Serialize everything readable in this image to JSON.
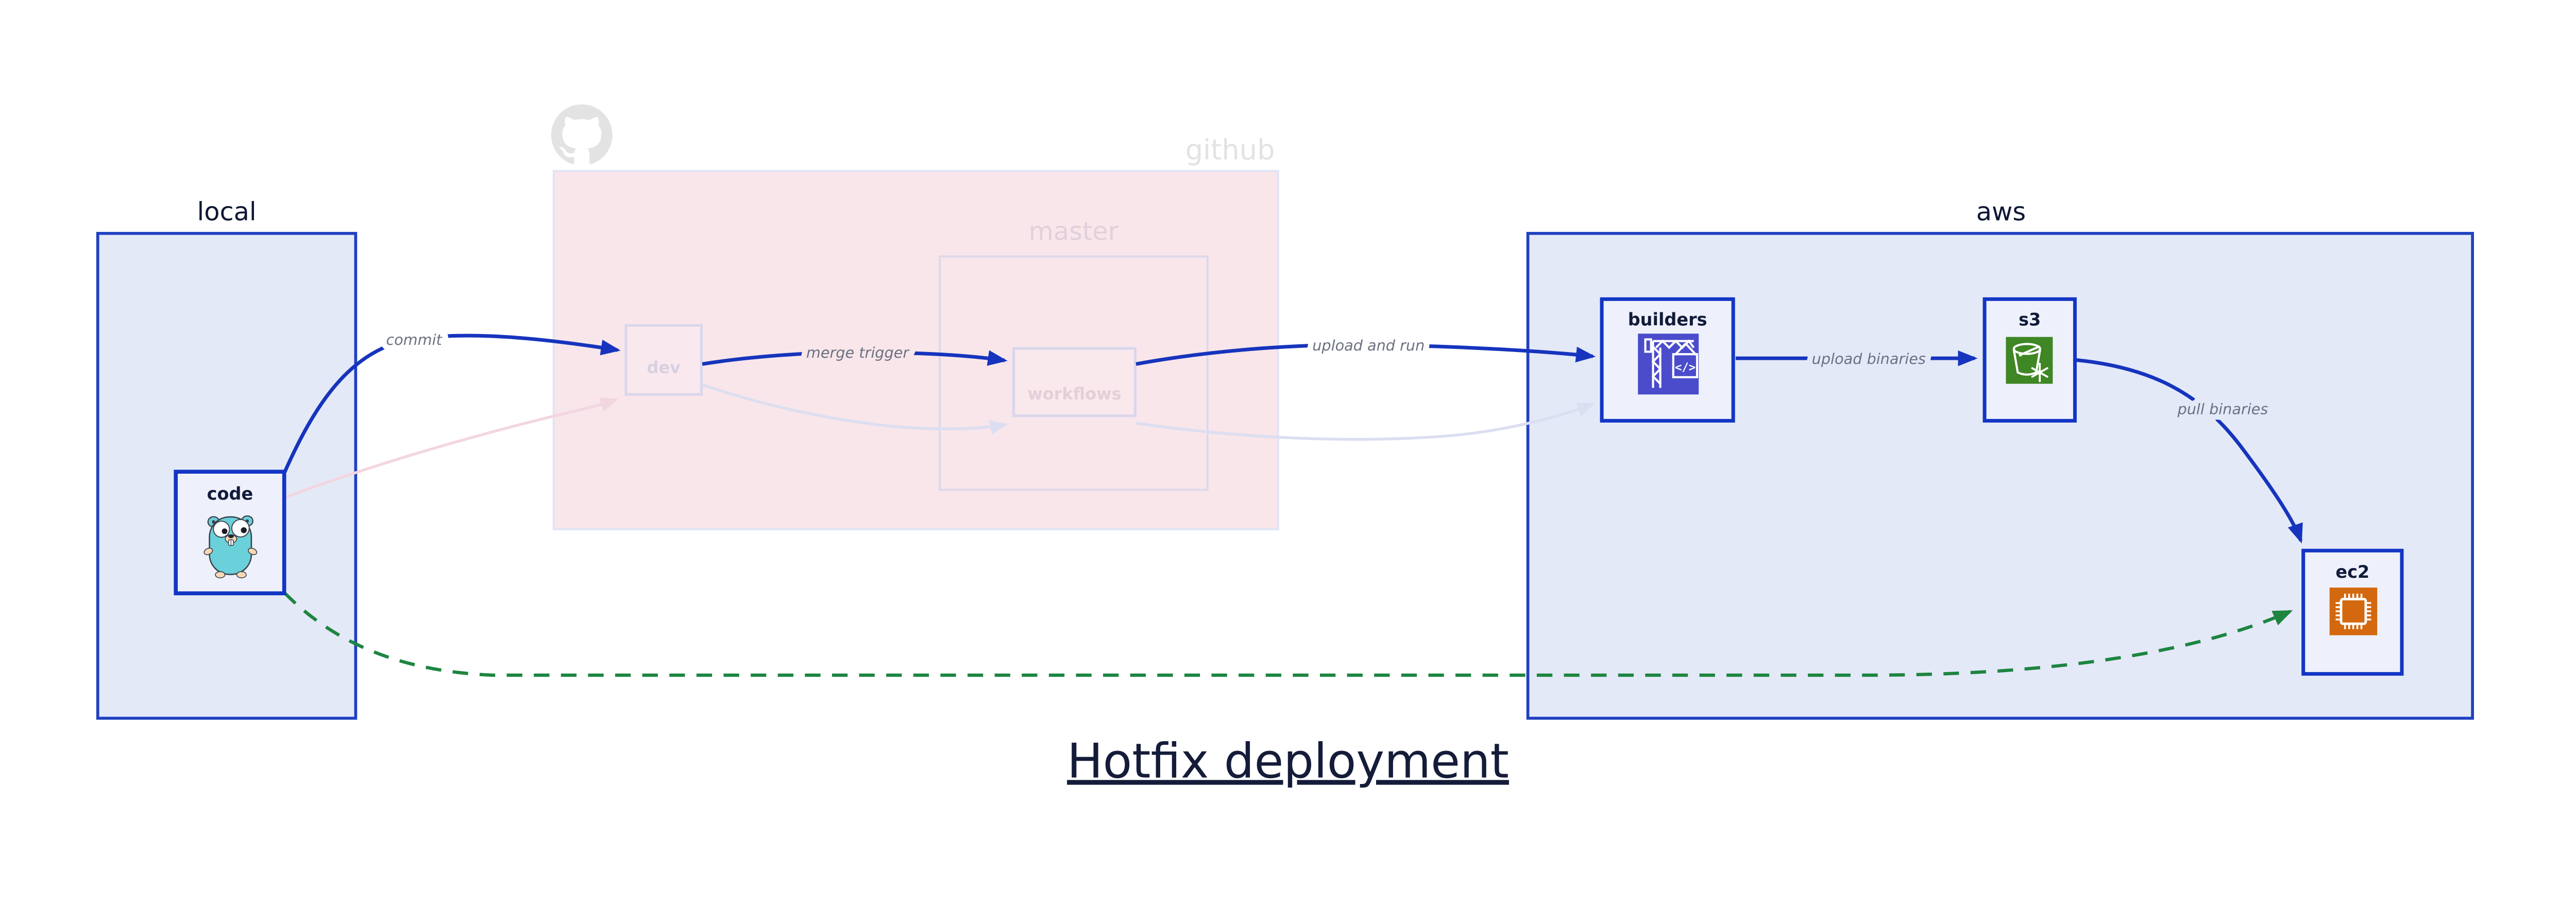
{
  "diagram_title": "Hotfix deployment",
  "groups": {
    "local": {
      "label": "local"
    },
    "github": {
      "label": "github",
      "master": {
        "label": "master"
      }
    },
    "aws": {
      "label": "aws"
    }
  },
  "nodes": {
    "code": {
      "label": "code",
      "icon": "go-gopher-icon"
    },
    "dev": {
      "label": "dev"
    },
    "workflows": {
      "label": "workflows"
    },
    "builders": {
      "label": "builders",
      "icon": "codebuild-crane-icon",
      "icon_bg": "#4a4ccb"
    },
    "s3": {
      "label": "s3",
      "icon": "s3-glacier-bucket-icon",
      "icon_bg": "#3f8624"
    },
    "ec2": {
      "label": "ec2",
      "icon": "ec2-chip-icon",
      "icon_bg": "#d4680e"
    }
  },
  "edges": {
    "commit": {
      "label": "commit",
      "style": "solid",
      "color": "#1634bd"
    },
    "merge_trigger": {
      "label": "merge trigger",
      "style": "solid",
      "color": "#1634bd"
    },
    "upload_and_run": {
      "label": "upload and run",
      "style": "solid",
      "color": "#1634bd"
    },
    "upload_binaries": {
      "label": "upload binaries",
      "style": "solid",
      "color": "#1634bd"
    },
    "pull_binaries": {
      "label": "pull binaries",
      "style": "solid",
      "color": "#1634bd"
    },
    "hotfix_bypass": {
      "label": "",
      "style": "dashed",
      "color": "#1d8540"
    },
    "code_to_dev_inactive": {
      "label": "",
      "style": "solid-faded",
      "color": "#f2d6e0"
    },
    "dev_to_workflows_inactive": {
      "label": "",
      "style": "solid-faded",
      "color": "#dcdef1"
    },
    "workflows_to_builders_inactive": {
      "label": "",
      "style": "solid-faded",
      "color": "#dcdef1"
    }
  },
  "colors": {
    "edge_primary": "#1634bd",
    "edge_hotfix_dashed": "#1d8540",
    "edge_inactive_pink": "#f2d6e0",
    "edge_inactive_lavender": "#dcdef1",
    "group_fill_blue": "#e4e9f8",
    "group_border_blue": "#2041c0",
    "node_fill": "#eef1fb",
    "node_border_blue": "#1236c4",
    "github_region_fill": "#f8e6ea",
    "github_faded_gray": "#e3e3e3",
    "faded_text_mauve": "#e0d0dc",
    "edge_label_gray": "#6a7180",
    "label_navy": "#111b3a",
    "codebuild_icon_bg": "#4a4ccb",
    "s3_glacier_icon_bg": "#3f8624",
    "ec2_icon_bg": "#d4680e",
    "gopher_teal": "#6ad0da"
  }
}
